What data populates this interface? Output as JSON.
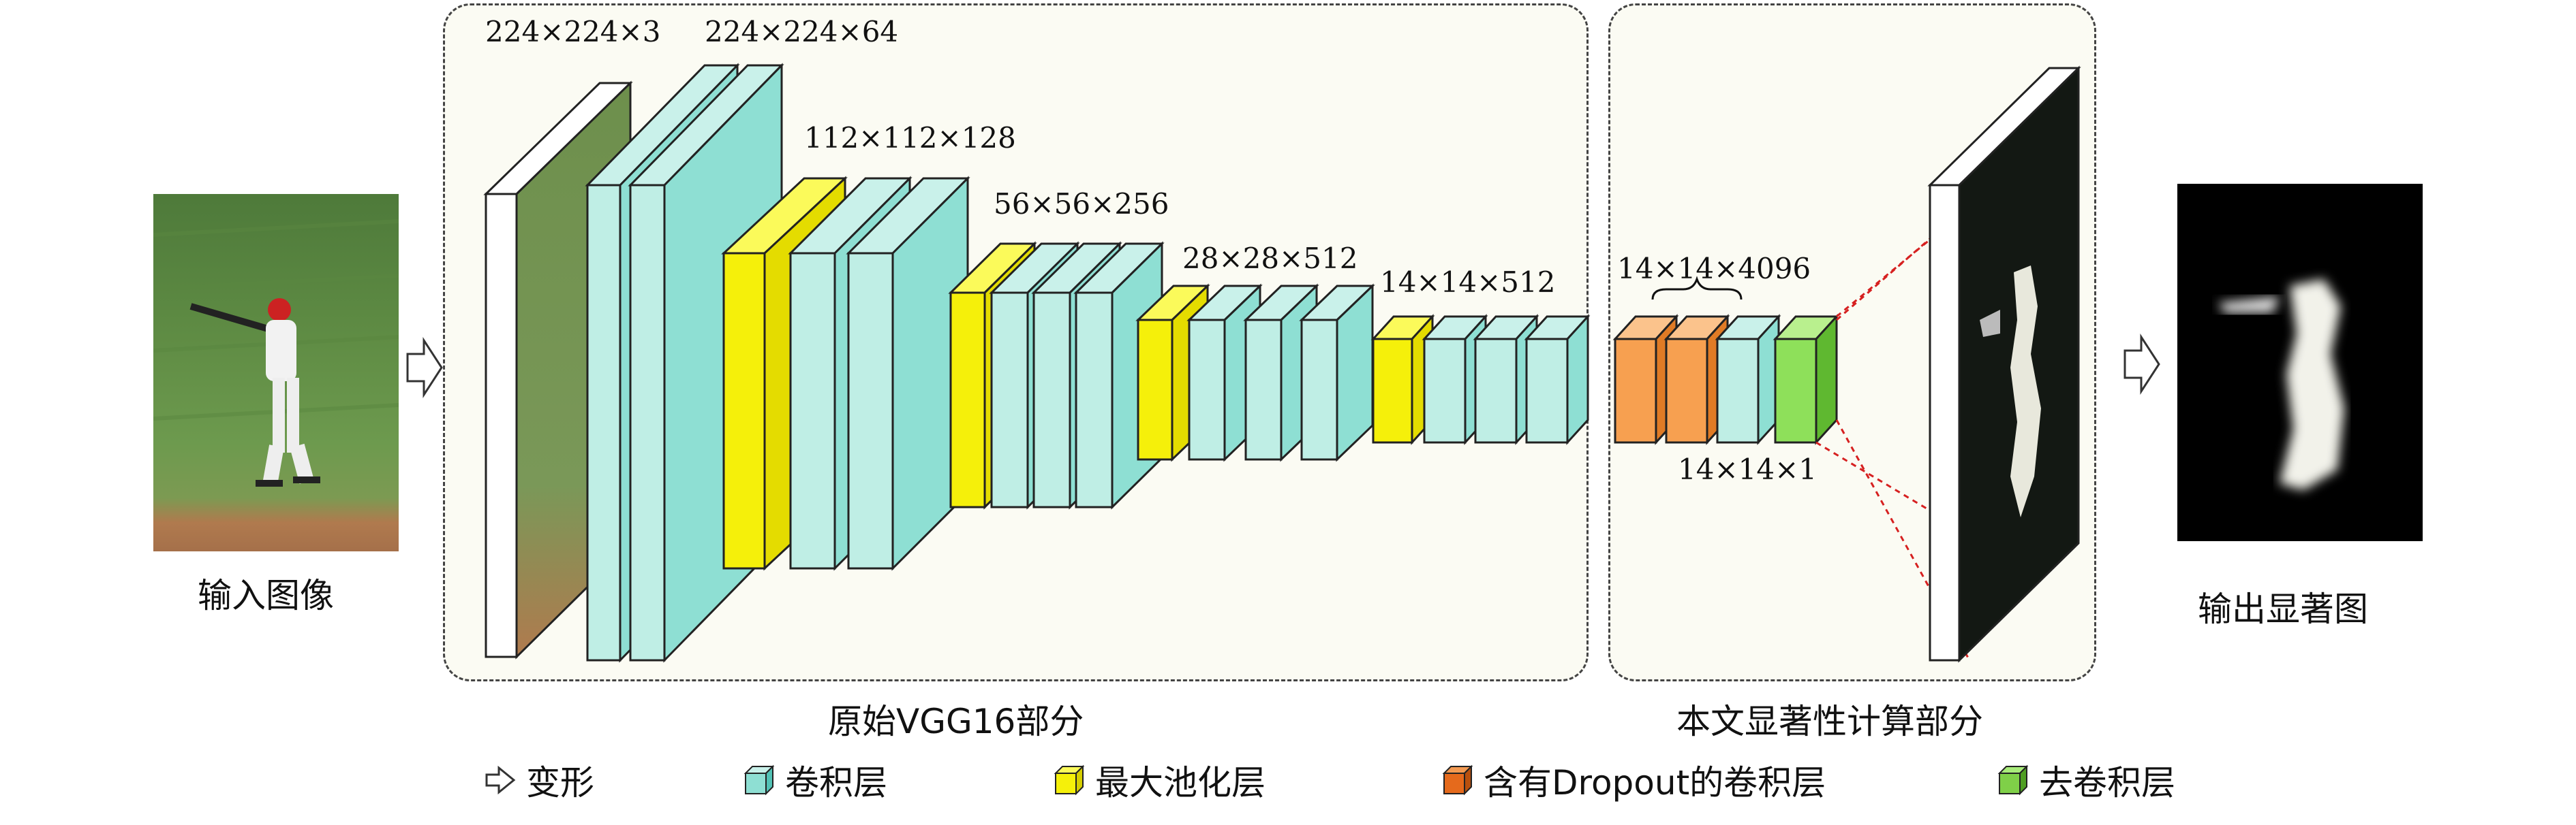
{
  "labels": {
    "input_image": "输入图像",
    "output_map": "输出显著图",
    "vgg_section": "原始VGG16部分",
    "paper_section": "本文显著性计算部分"
  },
  "dimensions": {
    "d_input": "224×224×3",
    "d_conv1": "224×224×64",
    "d_conv2": "112×112×128",
    "d_conv3": "56×56×256",
    "d_conv4": "28×28×512",
    "d_conv5": "14×14×512",
    "d_dropout": "14×14×4096",
    "d_deconv": "14×14×1"
  },
  "legend": {
    "transform": "变形",
    "conv": "卷积层",
    "maxpool": "最大池化层",
    "dropout_conv": "含有Dropout的卷积层",
    "deconv": "去卷积层"
  },
  "colors": {
    "conv": "#a8e6dc",
    "maxpool": "#f5f00a",
    "dropout": "#f7a050",
    "deconv": "#8ee05a",
    "dashed_red": "#d62020"
  }
}
